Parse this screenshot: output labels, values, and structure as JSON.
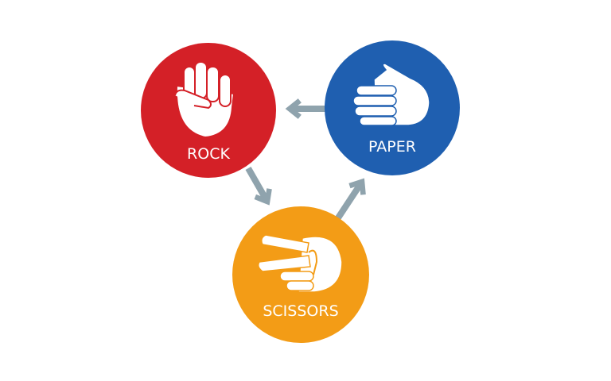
{
  "nodes": [
    {
      "id": "rock",
      "label": "ROCK",
      "color": "#d42027",
      "icon": "fist-icon"
    },
    {
      "id": "paper",
      "label": "PAPER",
      "color": "#1f5fb0",
      "icon": "open-hand-icon"
    },
    {
      "id": "scissors",
      "label": "SCISSORS",
      "color": "#f39c16",
      "icon": "two-finger-hand-icon"
    }
  ],
  "edges": [
    {
      "from": "paper",
      "to": "rock"
    },
    {
      "from": "rock",
      "to": "scissors"
    },
    {
      "from": "scissors",
      "to": "paper"
    }
  ],
  "arrow_color": "#8fa3ad"
}
